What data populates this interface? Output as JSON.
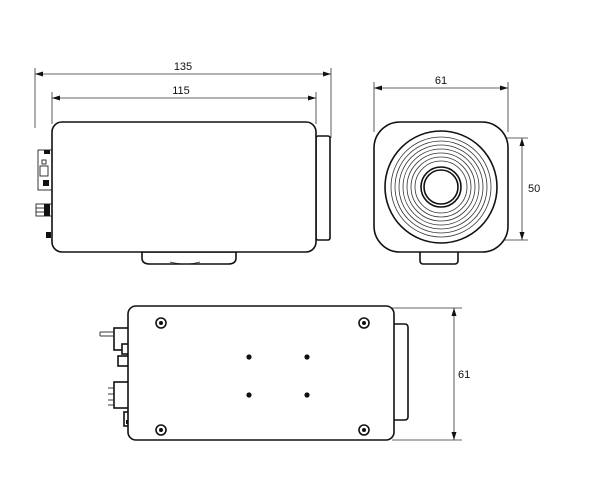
{
  "dimensions": {
    "side_length_overall": "135",
    "side_length_body": "115",
    "front_width": "61",
    "front_height": "50",
    "bottom_width": "61"
  },
  "views": [
    "side-view",
    "front-view",
    "bottom-view"
  ]
}
